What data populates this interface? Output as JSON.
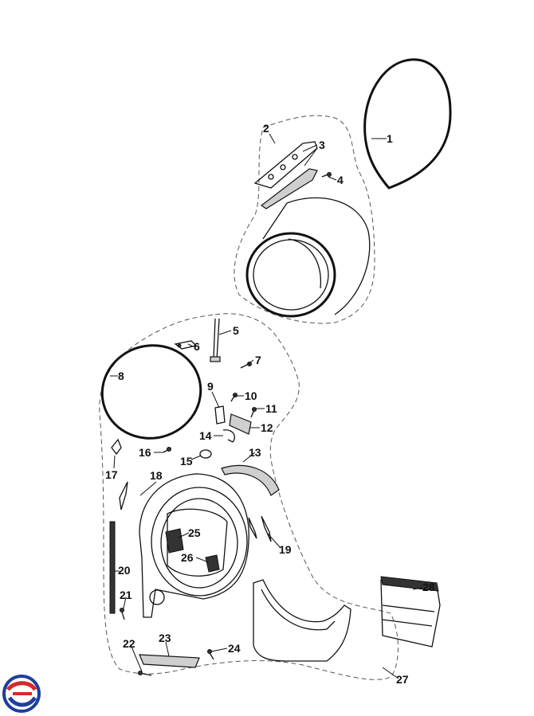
{
  "diagram": {
    "labels": [
      "1",
      "2",
      "3",
      "4",
      "5",
      "6",
      "7",
      "8",
      "9",
      "10",
      "11",
      "12",
      "13",
      "14",
      "15",
      "16",
      "17",
      "18",
      "19",
      "20",
      "21",
      "22",
      "23",
      "24",
      "25",
      "26",
      "27",
      "28"
    ]
  },
  "logo": {
    "icon": "brand-swirl-logo",
    "colors": {
      "red": "#d42a2a",
      "blue": "#1f3e9c"
    }
  }
}
